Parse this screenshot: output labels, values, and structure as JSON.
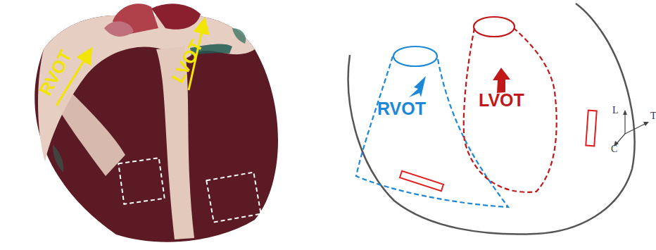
{
  "diagram": {
    "nodes": [
      {
        "text": [
          "RVOT"
        ]
      },
      {
        "text": [
          "LVOT"
        ]
      }
    ],
    "labels": [
      "RVOT",
      "LVOT",
      "L",
      "T",
      "C"
    ]
  }
}
